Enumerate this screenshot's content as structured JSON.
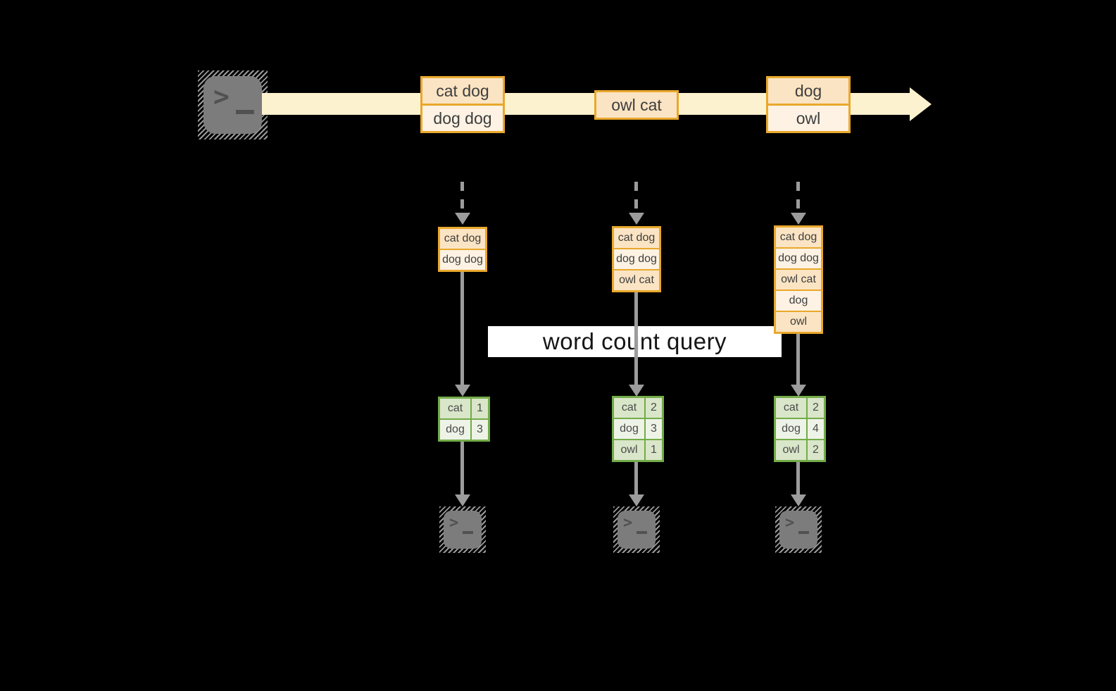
{
  "banner": {
    "label": "word count query"
  },
  "stream": {
    "source_icon": "terminal-icon",
    "batches": [
      {
        "events": [
          "cat dog",
          "dog dog"
        ]
      },
      {
        "events": [
          "owl cat"
        ]
      },
      {
        "events": [
          "dog",
          "owl"
        ]
      }
    ]
  },
  "pipelines": [
    {
      "batch_events": [
        "cat dog",
        "dog dog"
      ],
      "word_counts": [
        {
          "word": "cat",
          "count": "1"
        },
        {
          "word": "dog",
          "count": "3"
        }
      ],
      "sink_icon": "terminal-icon"
    },
    {
      "batch_events": [
        "cat dog",
        "dog dog",
        "owl cat"
      ],
      "word_counts": [
        {
          "word": "cat",
          "count": "2"
        },
        {
          "word": "dog",
          "count": "3"
        },
        {
          "word": "owl",
          "count": "1"
        }
      ],
      "sink_icon": "terminal-icon"
    },
    {
      "batch_events": [
        "cat dog",
        "dog dog",
        "owl cat",
        "dog",
        "owl"
      ],
      "word_counts": [
        {
          "word": "cat",
          "count": "2"
        },
        {
          "word": "dog",
          "count": "4"
        },
        {
          "word": "owl",
          "count": "2"
        }
      ],
      "sink_icon": "terminal-icon"
    }
  ],
  "icons": {
    "chevron": ">"
  },
  "colors": {
    "background": "#000000",
    "stream_arrow": "#fdf2cf",
    "event_border": "#e9a82c",
    "event_fill_dark": "#fbe4c3",
    "event_fill_light": "#fdf2e3",
    "count_border": "#73ab48",
    "count_fill_dark": "#d9e6c9",
    "count_fill_light": "#eef3e7",
    "flow_arrow": "#9c9c9c",
    "terminal": "#7c7c7c"
  }
}
